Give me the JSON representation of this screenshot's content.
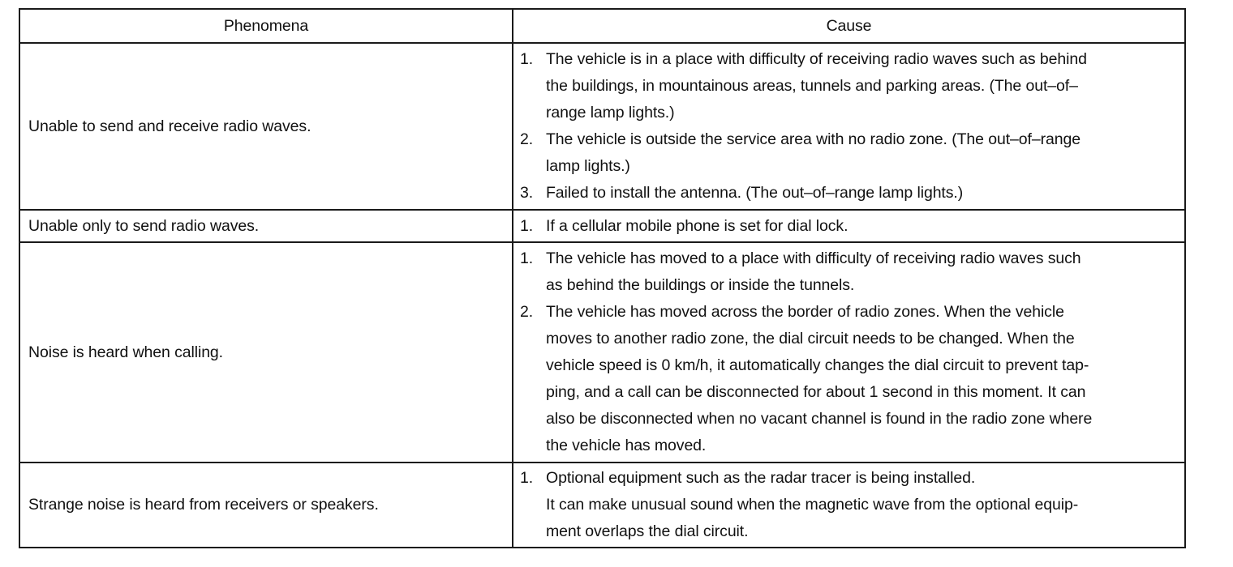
{
  "table": {
    "headers": {
      "phenomena": "Phenomena",
      "cause": "Cause"
    },
    "rows": [
      {
        "phenomenon": "Unable to send and receive radio waves.",
        "causes": [
          {
            "num": "1.",
            "text": "The vehicle is in a place with difficulty of receiving radio waves such as behind\nthe buildings, in mountainous areas, tunnels and parking areas. (The out–of–\nrange lamp lights.)"
          },
          {
            "num": "2.",
            "text": "The vehicle is outside the service area with no radio zone. (The out–of–range\nlamp lights.)"
          },
          {
            "num": "3.",
            "text": "Failed to install the antenna. (The out–of–range lamp lights.)"
          }
        ]
      },
      {
        "phenomenon": "Unable only to send radio waves.",
        "causes": [
          {
            "num": "1.",
            "text": "If a cellular mobile phone is set for dial lock."
          }
        ]
      },
      {
        "phenomenon": "Noise is heard when calling.",
        "causes": [
          {
            "num": "1.",
            "text": "The vehicle has moved to a place with difficulty of receiving radio waves such\nas behind the buildings or inside the tunnels."
          },
          {
            "num": "2.",
            "text": "The vehicle has moved across the border of radio zones. When the vehicle\nmoves to another radio zone, the dial circuit needs to be changed. When the\nvehicle speed is 0 km/h, it automatically changes the dial circuit to prevent tap-\nping, and a call can be disconnected for about 1 second in this moment. It can\nalso be disconnected when no vacant channel is found in the radio zone where\nthe vehicle has moved."
          }
        ]
      },
      {
        "phenomenon": "Strange noise is heard from receivers or speakers.",
        "causes": [
          {
            "num": "1.",
            "text": "Optional equipment such as the radar tracer is being installed.\nIt can make unusual sound when the magnetic wave from the optional equip-\nment overlaps the dial circuit."
          }
        ]
      }
    ]
  }
}
